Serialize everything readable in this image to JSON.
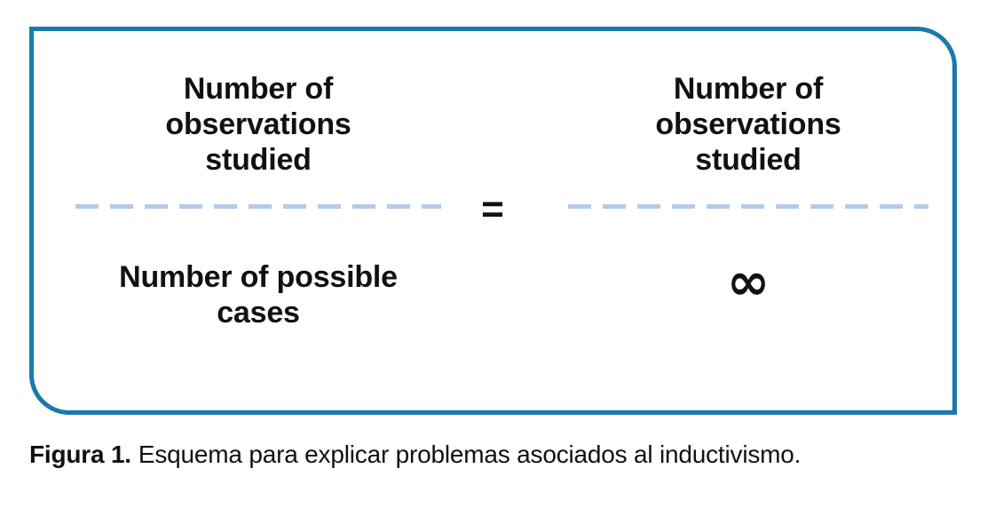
{
  "colors": {
    "border": "#1a7aad",
    "dash": "#b3cbe9",
    "text": "#111111"
  },
  "diagram": {
    "left_fraction": {
      "numerator": "Number of observations studied",
      "denominator": "Number of possible cases"
    },
    "equals": "=",
    "right_fraction": {
      "numerator": "Number of observations studied",
      "denominator": "∞"
    }
  },
  "caption": {
    "label": "Figura 1.",
    "text": "Esquema para explicar problemas asociados al inductivismo."
  }
}
